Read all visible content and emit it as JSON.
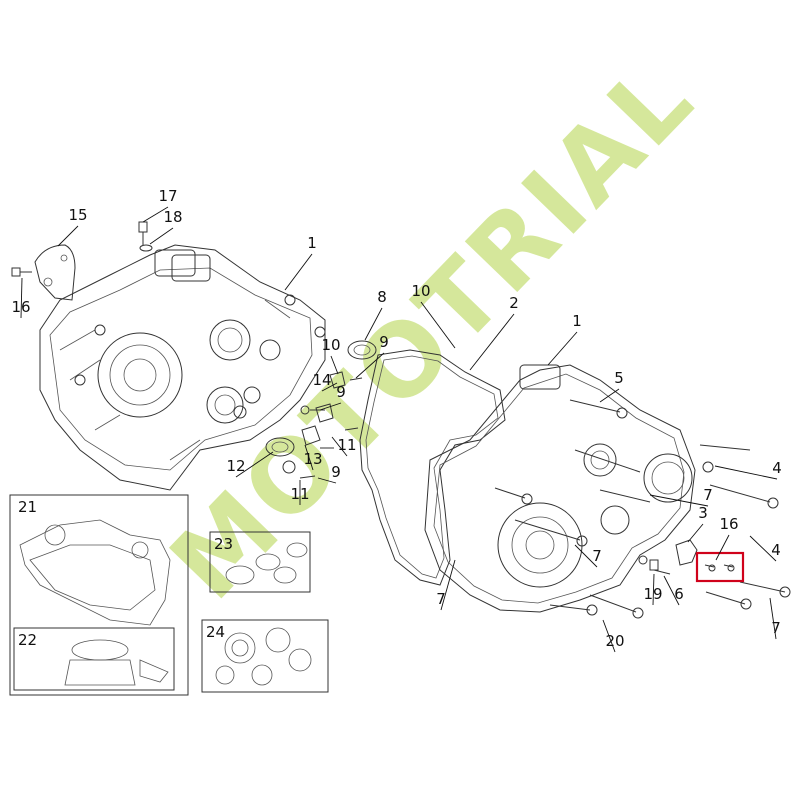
{
  "watermark": {
    "text": "MOTOTRIAL",
    "color": "#c7e07a"
  },
  "highlight": {
    "color": "#d0021b",
    "part": "16"
  },
  "colors": {
    "line": "#333333",
    "label": "#111111"
  },
  "callouts": [
    "17",
    "18",
    "15",
    "16",
    "1",
    "8",
    "10",
    "2",
    "10",
    "9",
    "14",
    "9",
    "1",
    "5",
    "11",
    "13",
    "9",
    "12",
    "11",
    "4",
    "7",
    "3",
    "16",
    "7",
    "4",
    "7",
    "20",
    "19",
    "6",
    "7"
  ],
  "kits": [
    {
      "label": "21"
    },
    {
      "label": "22"
    },
    {
      "label": "23"
    },
    {
      "label": "24"
    }
  ]
}
